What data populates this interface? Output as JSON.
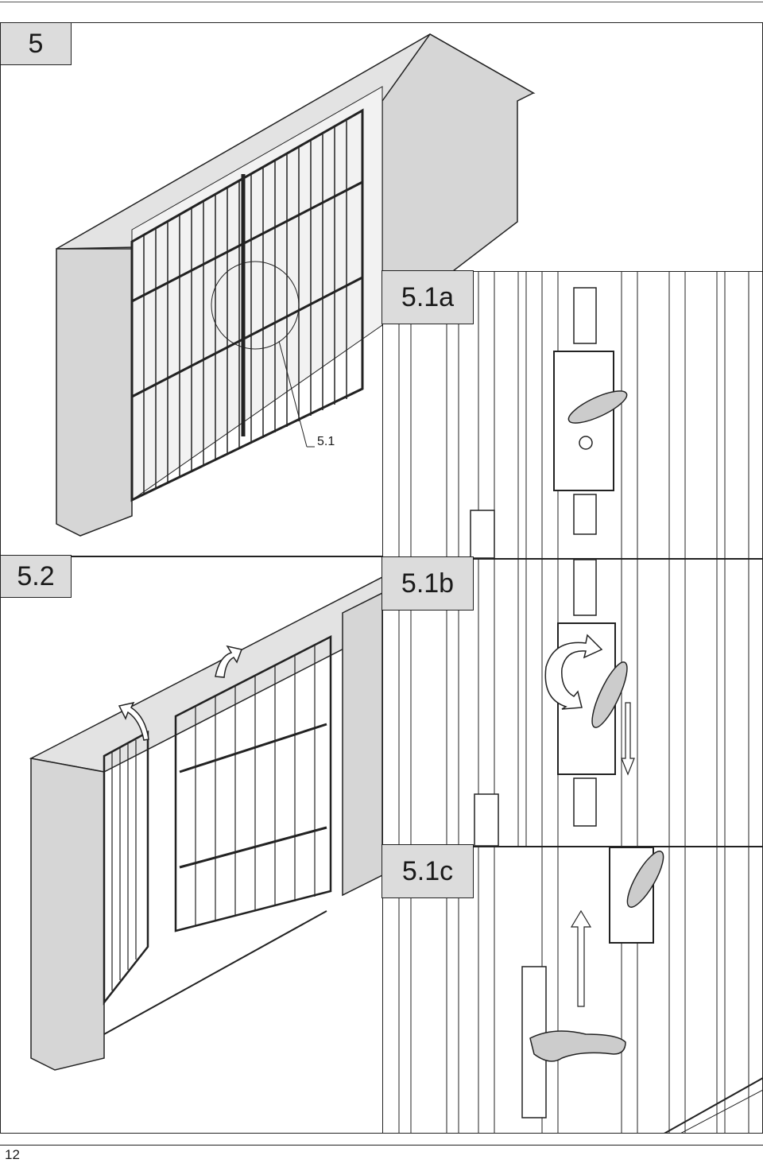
{
  "panels": {
    "p5": {
      "label": "5"
    },
    "p5_2": {
      "label": "5.2"
    },
    "p5_1a": {
      "label": "5.1a"
    },
    "p5_1b": {
      "label": "5.1b"
    },
    "p5_1c": {
      "label": "5.1c"
    }
  },
  "callout": {
    "label": "5.1"
  },
  "footer": {
    "page_number": "12"
  },
  "colors": {
    "wall": "#d9d9d9",
    "wall_top": "#e6e6e6",
    "line": "#1a1a1a",
    "label_bg": "#dcdcdc"
  }
}
